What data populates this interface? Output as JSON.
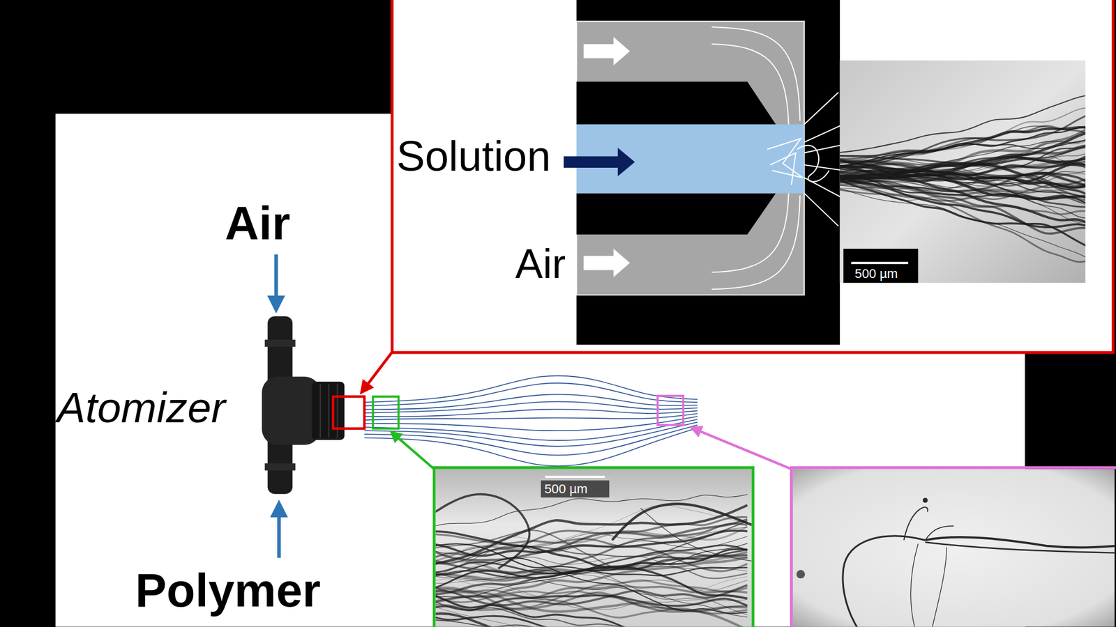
{
  "diagram": {
    "labels": [
      "Solution",
      "Air",
      "500 µm",
      "Air",
      "Atomizer",
      "Polymer",
      "500 µm"
    ]
  }
}
